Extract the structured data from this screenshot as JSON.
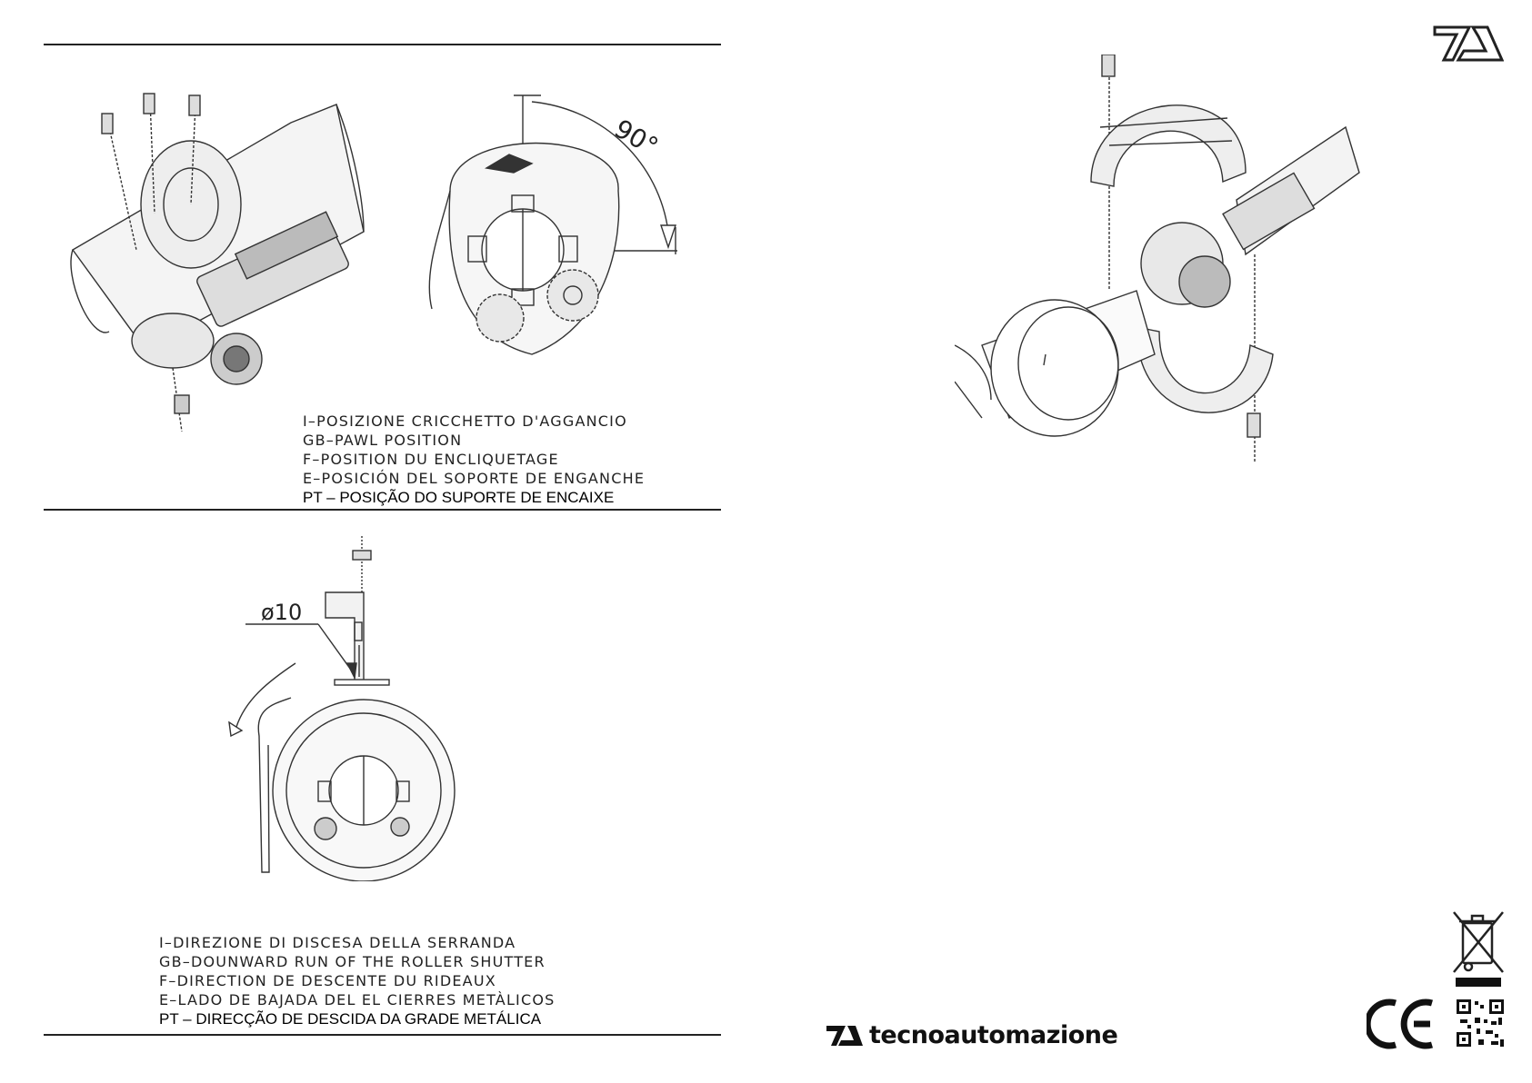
{
  "page": {
    "background": "#ffffff",
    "ink": "#1a1a1a"
  },
  "figure1": {
    "angle_label": "90°",
    "caption": [
      "I–POSIZIONE CRICCHETTO D'AGGANCIO",
      "GB–PAWL POSITION",
      "F–POSITION DU ENCLIQUETAGE",
      "E–POSICIÓN DEL SOPORTE DE ENGANCHE"
    ],
    "caption_pt": "PT – POSIÇÃO DO SUPORTE DE ENCAIXE"
  },
  "figure2": {
    "diameter_label": "ø10",
    "caption": [
      "I–DIREZIONE DI DISCESA DELLA SERRANDA",
      "GB–DOUNWARD RUN OF THE ROLLER SHUTTER",
      "F–DIRECTION DE DESCENTE DU RIDEAUX",
      "E–LADO DE BAJADA DEL EL CIERRES METÀLICOS"
    ],
    "caption_pt": "PT – DIRECÇÃO DE DESCIDA DA GRADE METÁLICA"
  },
  "brand": {
    "name": "tecnoautomazione",
    "logo_icon": "ta-logo-icon"
  },
  "marks": {
    "ce": "CE",
    "weee_icon": "crossed-bin-icon",
    "qr_icon": "qr-code-icon"
  }
}
